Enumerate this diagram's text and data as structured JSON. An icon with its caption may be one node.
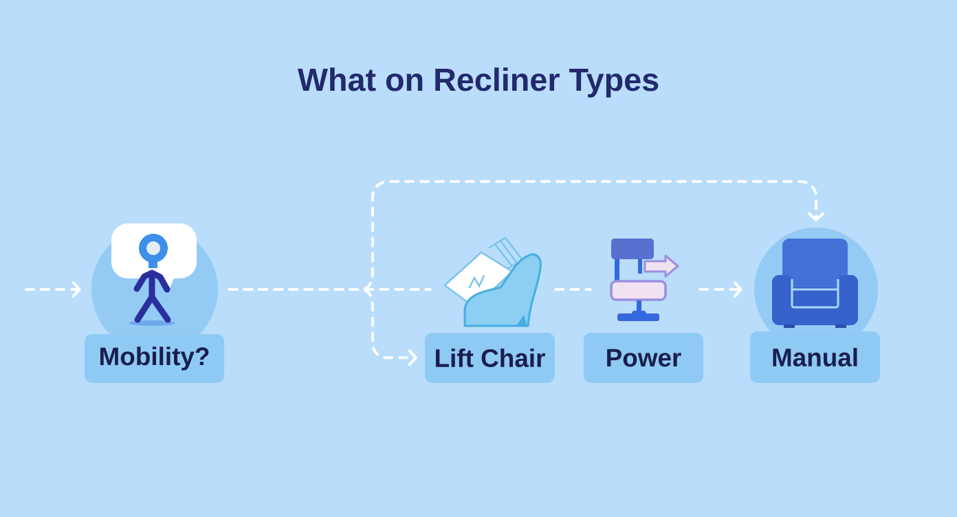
{
  "diagram": {
    "title": "What on Recliner Types",
    "nodes": [
      {
        "text": [],
        "shape": "circle"
      },
      {
        "text": [
          "Mobility?"
        ]
      },
      {
        "text": [],
        "shape": "picture"
      },
      {
        "text": [
          "Lift Chair"
        ]
      },
      {
        "text": [],
        "shape": "picture"
      },
      {
        "text": [
          "Power"
        ]
      },
      {
        "text": [],
        "shape": "circle"
      },
      {
        "text": [
          "Manual"
        ]
      }
    ],
    "edges": [
      {
        "from": null,
        "to": 0,
        "arrow": "to",
        "style": "dashed"
      },
      {
        "from": 0,
        "to": 2,
        "arrow": "none",
        "style": "dashed"
      },
      {
        "from": 0,
        "to": 3,
        "arrow": "to",
        "style": "dashed"
      },
      {
        "from": 0,
        "to": 6,
        "arrow": "to",
        "style": "dashed"
      },
      {
        "from": 2,
        "to": 4,
        "arrow": "none",
        "style": "dashed"
      },
      {
        "from": 4,
        "to": 6,
        "arrow": "to",
        "style": "dashed"
      }
    ]
  }
}
